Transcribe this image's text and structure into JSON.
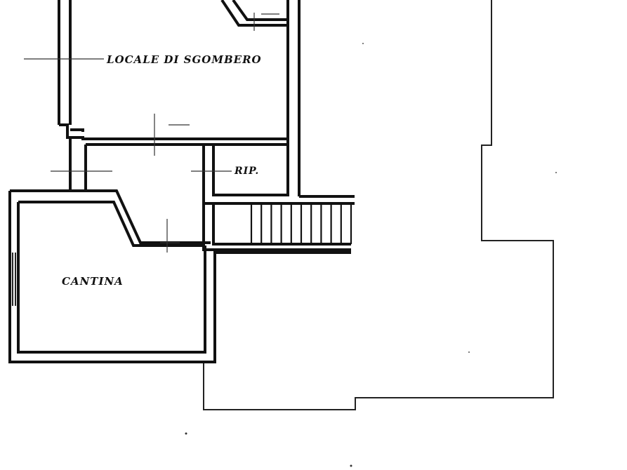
{
  "rooms": [
    {
      "id": "locale",
      "label": "LOCALE DI SGOMBERO"
    },
    {
      "id": "rip",
      "label": "RIP."
    },
    {
      "id": "cantina",
      "label": "CANTINA"
    }
  ],
  "colors": {
    "ink": "#111111",
    "paper": "#ffffff"
  },
  "stair_treads": 10
}
